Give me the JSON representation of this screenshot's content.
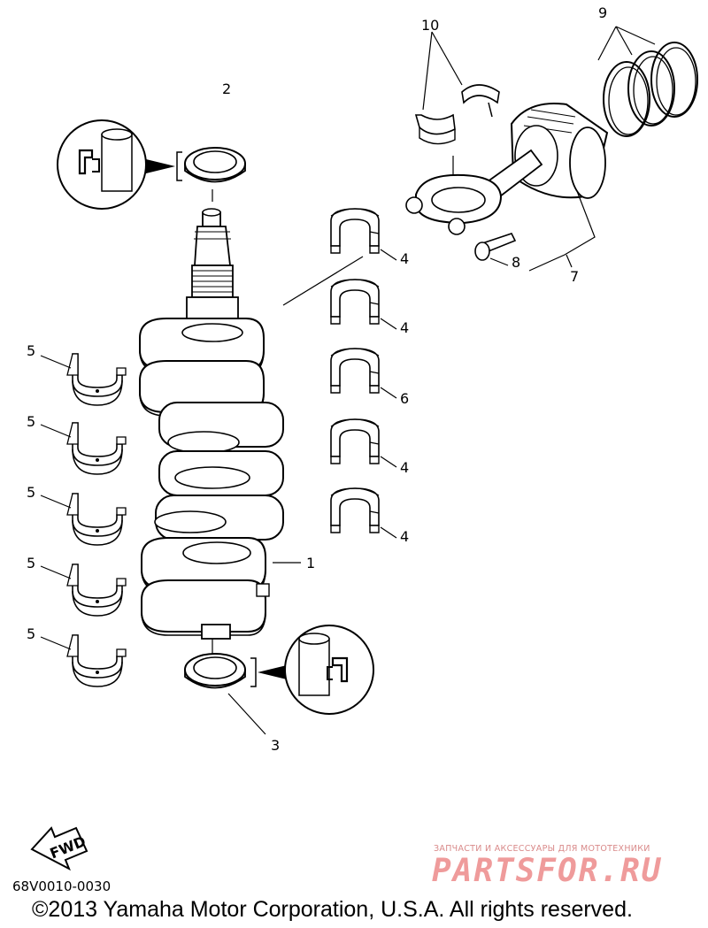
{
  "callouts": {
    "c1": "1",
    "c2": "2",
    "c3": "3",
    "c4a": "4",
    "c4b": "4",
    "c4c": "4",
    "c4d": "4",
    "c5a": "5",
    "c5b": "5",
    "c5c": "5",
    "c5d": "5",
    "c5e": "5",
    "c6": "6",
    "c7": "7",
    "c8": "8",
    "c9": "9",
    "c10": "10"
  },
  "fwd_label": "FWD",
  "drawing_code": "68V0010-0030",
  "copyright": "©2013 Yamaha Motor Corporation, U.S.A. All rights reserved.",
  "watermark": {
    "tagline": "ЗАПЧАСТИ И АКСЕССУАРЫ ДЛЯ МОТОТЕХНИКИ",
    "brand": "PARTSFOR.RU"
  },
  "colors": {
    "line": "#000000",
    "watermark": "#ef9b9b"
  }
}
